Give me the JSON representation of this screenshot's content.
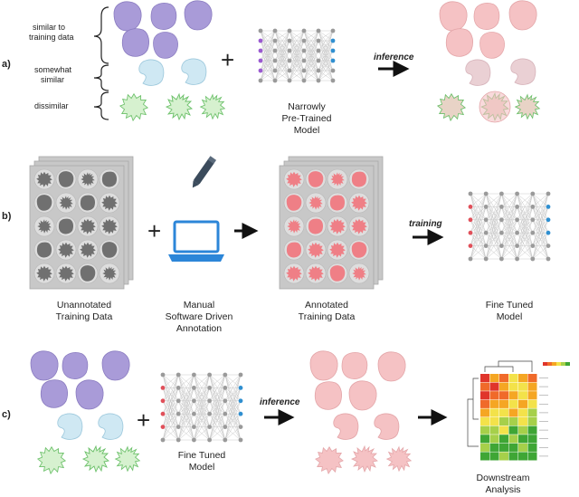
{
  "panel_a": {
    "label": "a)",
    "group_labels": [
      "similar to",
      "training data",
      "somewhat",
      "similar",
      "dissimilar"
    ],
    "model_label": [
      "Narrowly",
      "Pre-Trained",
      "Model"
    ],
    "arrow_label": "inference"
  },
  "panel_b": {
    "label": "b)",
    "unannotated_label": [
      "Unannotated",
      "Training Data"
    ],
    "manual_label": [
      "Manual",
      "Software Driven",
      "Annotation"
    ],
    "annotated_label": [
      "Annotated",
      "Training Data"
    ],
    "arrow_label": "training",
    "model_label": [
      "Fine Tuned",
      "Model"
    ]
  },
  "panel_c": {
    "label": "c)",
    "model_label": [
      "Fine Tuned",
      "Model"
    ],
    "arrow_label": "inference",
    "analysis_label": [
      "Downstream",
      "Analysis"
    ]
  },
  "colors": {
    "similar_cell": "#a99bd8",
    "somewhat_cell": "#cfe8f3",
    "dissimilar_cell": "#d6f1cf",
    "predicted_cell": "#f5c2c4",
    "annotated_cell": "#ef7f86",
    "plate_bg": "#c8c8c8",
    "unannotated_cell": "#707070",
    "node_gray": "#9a9a9a",
    "node_red": "#e0505a",
    "node_blue": "#2f8fd0",
    "node_purple": "#9a5ad0",
    "laptop_blue": "#2c86d8"
  }
}
